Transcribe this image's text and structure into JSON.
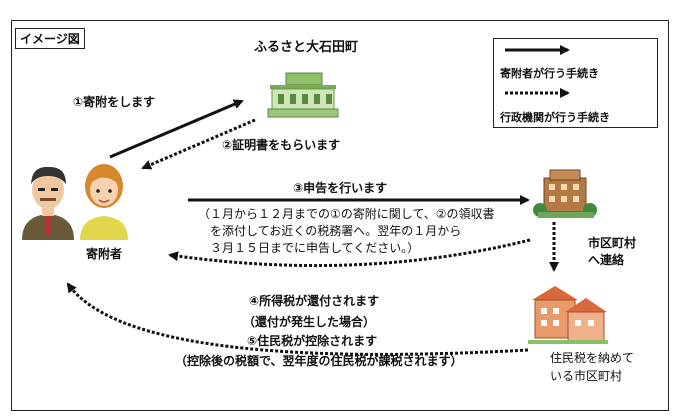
{
  "diagram": {
    "tag_label": "イメージ図",
    "town_label": "ふるさと大石田町",
    "step1": "①寄附をします",
    "step2": "②証明書をもらいます",
    "step3": "③申告を行います",
    "step3_note": [
      "（１月から１２月までの①の寄附に関して、②の領収書",
      "を添付してお近くの税務署へ。翌年の１月から",
      "３月１５日までに申告してください。）"
    ],
    "donor_label": "寄附者",
    "city_contact": [
      "市区町村",
      "へ連絡"
    ],
    "step4": "④所得税が還付されます",
    "step4_note": "（還付が発生した場合）",
    "step5": "⑤住民税が控除されます",
    "step5_note": "（控除後の税額で、翌年度の住民税が課税されます）",
    "resident_city": [
      "住民税を納めて",
      "いる市区町村"
    ]
  },
  "legend": {
    "donor_action": "寄附者が行う手続き",
    "admin_action": "行政機関が行う手続き"
  }
}
